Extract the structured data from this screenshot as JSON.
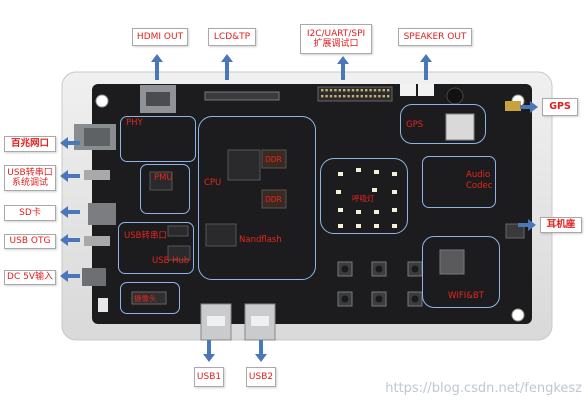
{
  "external_ports": {
    "top": [
      "HDMI OUT",
      "LCD&TP",
      "I2C/UART/SPI",
      "扩展调试口",
      "SPEAKER OUT"
    ],
    "left": [
      "百兆网口",
      "USB转串口",
      "系统调试",
      "SD卡",
      "USB OTG",
      "DC 5V输入"
    ],
    "right": [
      "GPS",
      "耳机座"
    ],
    "bottom": [
      "USB1",
      "USB2"
    ]
  },
  "board_blocks": {
    "phy": "PHY",
    "pmu": "PMU",
    "cpu": "CPU",
    "ddr_top": "DDR",
    "ddr_bottom": "DDR",
    "nandflash": "Nandflash",
    "usb_serial_chip": "USB转串口",
    "usb_hub": "USB Hub",
    "camera": "摄像头",
    "breathing_led": "呼吸灯",
    "gps": "GPS",
    "audio_codec_1": "Audio",
    "audio_codec_2": "Codec",
    "wifi_bt": "WIFI&BT"
  },
  "watermark": "https://blog.csdn.net/fengkesz",
  "colors": {
    "label_text": "#e0201e",
    "arrow": "#4a77b8",
    "block_outline": "#8fb5e8",
    "board": "#1c1c1e",
    "enclosure": "#e6e6e6"
  },
  "icons": [
    "arrow-up-icon",
    "arrow-down-icon",
    "arrow-left-icon",
    "arrow-right-icon"
  ]
}
